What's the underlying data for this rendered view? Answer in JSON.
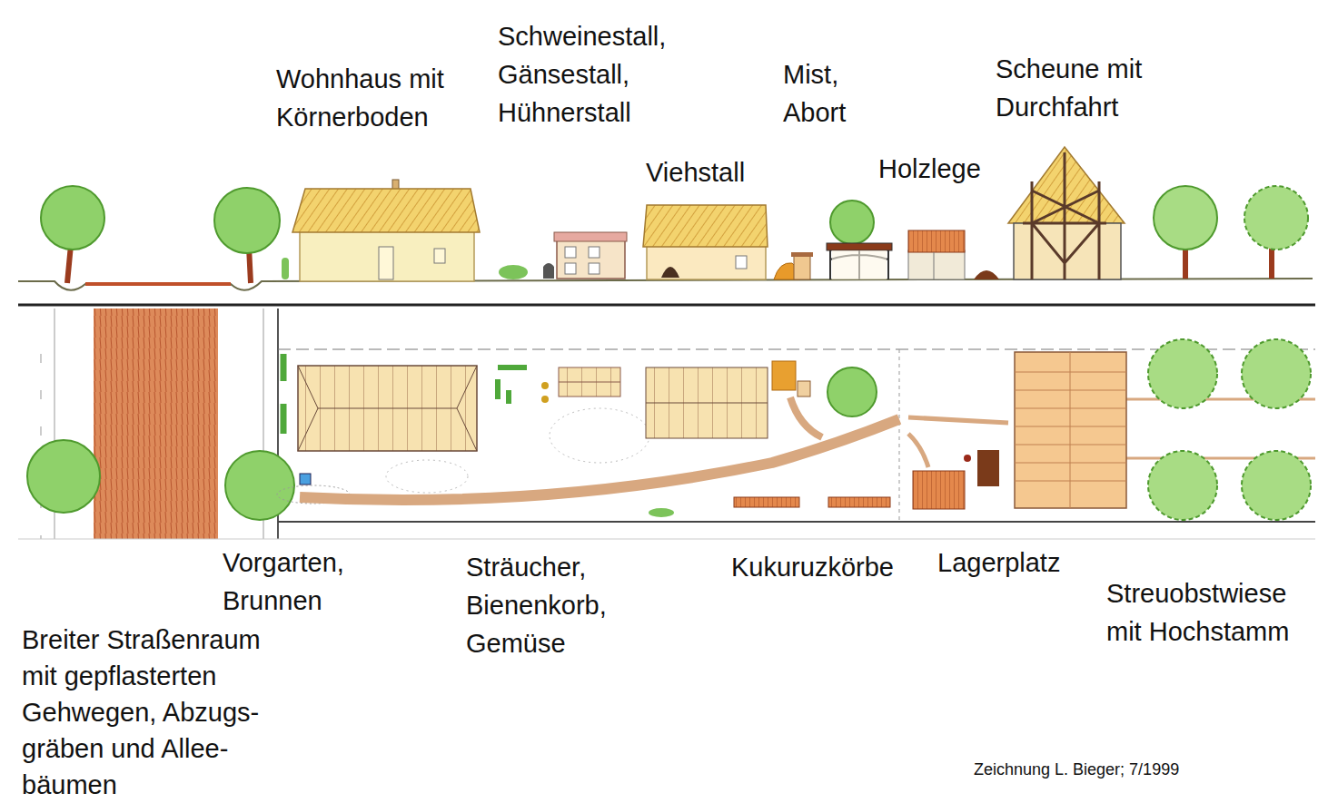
{
  "diagram": {
    "caption": "Zeichnung L. Bieger; 7/1999",
    "labels": [
      "Schweinestall, Gänsestall, Hühnerstall",
      "Scheune mit Durchfahrt",
      "Wohnhaus mit Körnerboden",
      "Mist, Abort",
      "Holzlege",
      "Viehstall",
      "Vorgarten, Brunnen",
      "Lagerplatz",
      "Sträucher, Bienenkorb, Gemüse",
      "Kukuruzkörbe",
      "Streuobstwiese mit Hochstamm",
      "Breiter Straßenraum mit gepflasterten Gehwegen, Abzugs- gräben und Allee- bäumen"
    ]
  }
}
